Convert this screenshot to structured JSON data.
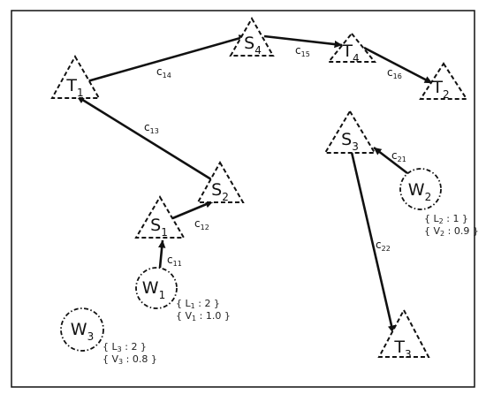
{
  "diagram": {
    "nodes": [
      {
        "id": "T1",
        "letter": "T",
        "sub": "1",
        "shape": "triangle"
      },
      {
        "id": "S4",
        "letter": "S",
        "sub": "4",
        "shape": "triangle"
      },
      {
        "id": "T4",
        "letter": "T",
        "sub": "4",
        "shape": "triangle"
      },
      {
        "id": "T2",
        "letter": "T",
        "sub": "2",
        "shape": "triangle"
      },
      {
        "id": "S3",
        "letter": "S",
        "sub": "3",
        "shape": "triangle"
      },
      {
        "id": "S2",
        "letter": "S",
        "sub": "2",
        "shape": "triangle"
      },
      {
        "id": "S1",
        "letter": "S",
        "sub": "1",
        "shape": "triangle"
      },
      {
        "id": "T3",
        "letter": "T",
        "sub": "3",
        "shape": "triangle"
      },
      {
        "id": "W1",
        "letter": "W",
        "sub": "1",
        "shape": "circle"
      },
      {
        "id": "W2",
        "letter": "W",
        "sub": "2",
        "shape": "circle"
      },
      {
        "id": "W3",
        "letter": "W",
        "sub": "3",
        "shape": "circle"
      }
    ],
    "edges": [
      {
        "from": "T1",
        "to": "S4",
        "label": "c",
        "sub": "14"
      },
      {
        "from": "S4",
        "to": "T4",
        "label": "c",
        "sub": "15"
      },
      {
        "from": "T4",
        "to": "T2",
        "label": "c",
        "sub": "16"
      },
      {
        "from": "S2",
        "to": "T1",
        "label": "c",
        "sub": "13"
      },
      {
        "from": "S1",
        "to": "S2",
        "label": "c",
        "sub": "12"
      },
      {
        "from": "W1",
        "to": "S1",
        "label": "c",
        "sub": "11"
      },
      {
        "from": "W2",
        "to": "S3",
        "label": "c",
        "sub": "21"
      },
      {
        "from": "S3",
        "to": "T3",
        "label": "c",
        "sub": "22"
      }
    ],
    "annotations": [
      {
        "for": "W1",
        "lines": [
          {
            "key": "L",
            "sub": "1",
            "value": "2"
          },
          {
            "key": "V",
            "sub": "1",
            "value": "1.0"
          }
        ]
      },
      {
        "for": "W2",
        "lines": [
          {
            "key": "L",
            "sub": "2",
            "value": "1"
          },
          {
            "key": "V",
            "sub": "2",
            "value": "0.9"
          }
        ]
      },
      {
        "for": "W3",
        "lines": [
          {
            "key": "L",
            "sub": "3",
            "value": "2"
          },
          {
            "key": "V",
            "sub": "3",
            "value": "0.8"
          }
        ]
      }
    ]
  }
}
